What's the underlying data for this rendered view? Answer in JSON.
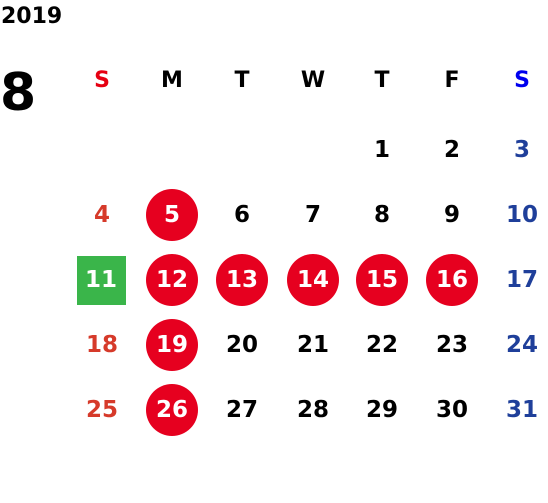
{
  "calendar": {
    "year": "2019",
    "month": "8",
    "weekdays": [
      "S",
      "M",
      "T",
      "W",
      "T",
      "F",
      "S"
    ],
    "weeks": [
      [
        "",
        "",
        "",
        "",
        "1",
        "2",
        "3"
      ],
      [
        "4",
        "5",
        "6",
        "7",
        "8",
        "9",
        "10"
      ],
      [
        "11",
        "12",
        "13",
        "14",
        "15",
        "16",
        "17"
      ],
      [
        "18",
        "19",
        "20",
        "21",
        "22",
        "23",
        "24"
      ],
      [
        "25",
        "26",
        "27",
        "28",
        "29",
        "30",
        "31"
      ]
    ],
    "holidays": [
      "5",
      "12",
      "13",
      "14",
      "15",
      "16",
      "19",
      "26"
    ],
    "today": "11",
    "colors": {
      "sunday_header": "#e60012",
      "saturday_header": "#0000ee",
      "sunday_number": "#d63a2a",
      "saturday_number": "#1f3f9a",
      "holiday_fill": "#e6001f",
      "today_fill": "#3ab54a",
      "text": "#000000"
    }
  }
}
